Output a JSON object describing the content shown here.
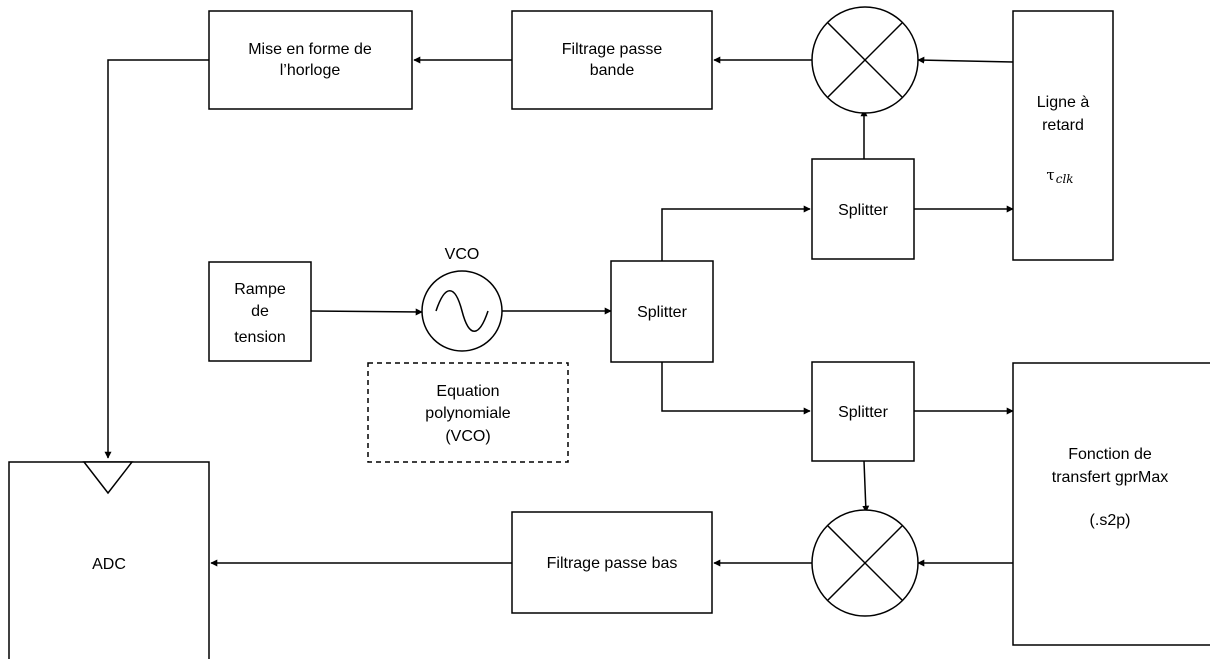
{
  "blocks": {
    "clock_shaping": [
      "Mise en forme de",
      "l’horloge"
    ],
    "bandpass": [
      "Filtrage passe",
      "bande"
    ],
    "delay_line": [
      "Ligne à",
      "retard"
    ],
    "delay_symbol": "τ",
    "delay_subscript": "clk",
    "ramp": [
      "Rampe",
      "de",
      "tension"
    ],
    "vco": "VCO",
    "vco_equation": [
      "Equation",
      "polynomiale",
      "(VCO)"
    ],
    "splitter_main": "Splitter",
    "splitter_top": "Splitter",
    "splitter_bottom": "Splitter",
    "transfer": [
      "Fonction de",
      "transfert gprMax",
      "(.s2p)"
    ],
    "lowpass": "Filtrage passe bas",
    "adc": "ADC"
  }
}
